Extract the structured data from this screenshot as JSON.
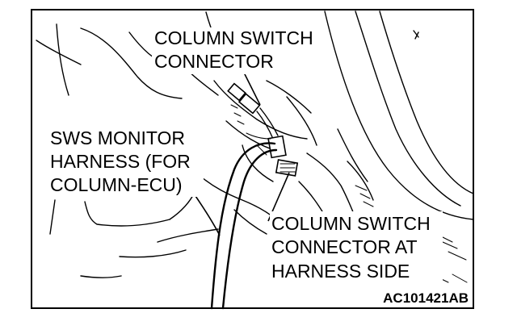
{
  "labels": {
    "column_switch_connector": [
      "COLUMN SWITCH",
      "CONNECTOR"
    ],
    "sws_monitor_harness": [
      "SWS MONITOR",
      "HARNESS (FOR",
      "COLUMN-ECU)"
    ],
    "connector_at_harness_side": [
      "COLUMN SWITCH",
      "CONNECTOR AT",
      "HARNESS SIDE"
    ]
  },
  "figure_code": "AC101421AB"
}
